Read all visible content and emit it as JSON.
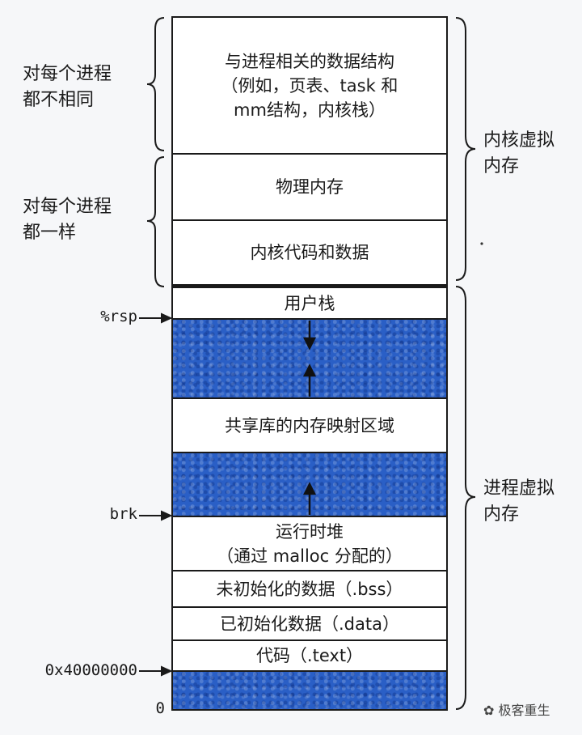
{
  "kernel": {
    "per_process_diff": {
      "line1": "对每个进程",
      "line2": "都不相同"
    },
    "per_process_same": {
      "line1": "对每个进程",
      "line2": "都一样"
    },
    "data_structures": {
      "line1": "与进程相关的数据结构",
      "line2": "（例如，页表、task 和",
      "line3": "mm结构，内核栈）"
    },
    "physical_memory": "物理内存",
    "kernel_code_data": "内核代码和数据",
    "label": {
      "line1": "内核虚拟",
      "line2": "内存"
    }
  },
  "process": {
    "user_stack": "用户栈",
    "shared_libs": "共享库的内存映射区域",
    "heap": {
      "line1": "运行时堆",
      "line2": "（通过 malloc 分配的）"
    },
    "bss": "未初始化的数据（.bss）",
    "data": "已初始化数据（.data）",
    "text": "代码（.text）",
    "label": {
      "line1": "进程虚拟",
      "line2": "内存"
    }
  },
  "markers": {
    "rsp": "%rsp",
    "brk": "brk",
    "base_addr": "0x40000000",
    "zero": "0"
  },
  "watermark": "极客重生",
  "colors": {
    "region_blue": "#2a5fc6",
    "border": "#1a1a1a"
  }
}
